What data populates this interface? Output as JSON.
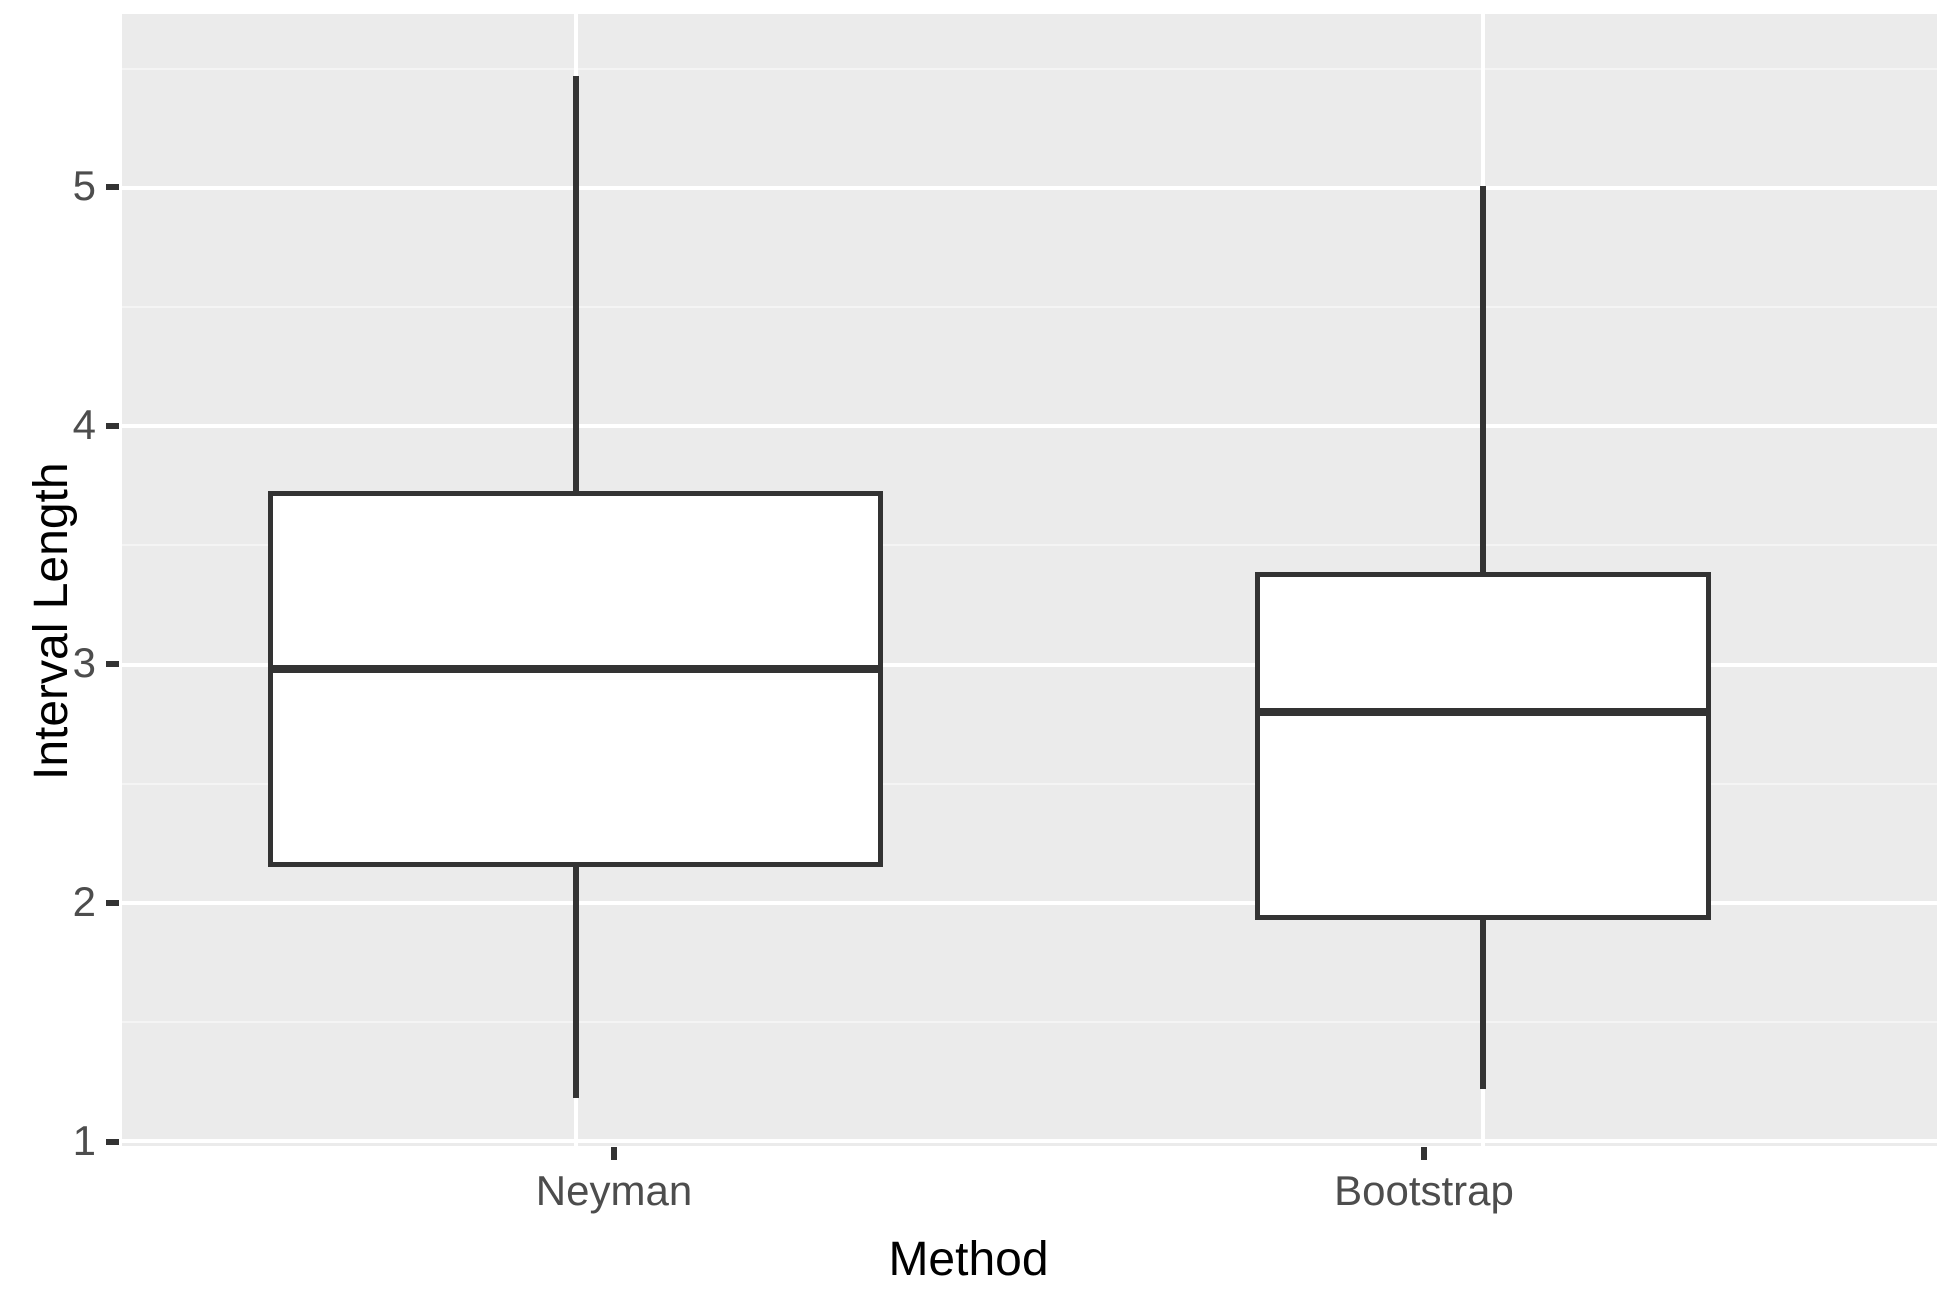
{
  "chart_data": {
    "type": "box",
    "title": "",
    "xlabel": "Method",
    "ylabel": "Interval Length",
    "categories": [
      "Neyman",
      "Bootstrap"
    ],
    "ylim": [
      0.98,
      5.73
    ],
    "yticks": [
      1,
      2,
      3,
      4,
      5
    ],
    "ytick_labels": [
      "1",
      "2",
      "3",
      "4",
      "5"
    ],
    "y_minor_ticks": [
      1.5,
      2.5,
      3.5,
      4.5,
      5.5
    ],
    "grid": true,
    "legend": "none",
    "panel_background": "#ebebeb",
    "major_grid_color": "#ffffff",
    "minor_grid_color": "#f4f4f4",
    "box_fill": "#ffffff",
    "box_stroke": "#333333",
    "boxes": [
      {
        "name": "Neyman",
        "lower_whisker": 1.18,
        "q1": 2.15,
        "median": 2.98,
        "q3": 3.73,
        "upper_whisker": 5.47
      },
      {
        "name": "Bootstrap",
        "lower_whisker": 1.22,
        "q1": 1.93,
        "median": 2.8,
        "q3": 3.39,
        "upper_whisker": 5.01
      }
    ]
  }
}
